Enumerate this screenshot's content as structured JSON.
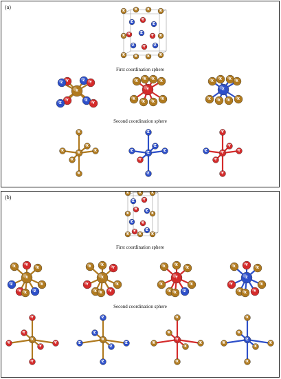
{
  "colors": {
    "x_atom": "#b07a1f",
    "y_atom": "#d42b2b",
    "z_atom": "#2d4fc9",
    "cell_edge": "#999999"
  },
  "atom_labels": {
    "x": "X",
    "y": "Y",
    "z": "Z"
  },
  "panel_a": {
    "label": "(a)",
    "caption_first": "First coordination sphere",
    "caption_second": "Second coordination sphere"
  },
  "panel_b": {
    "label": "(b)",
    "caption_first": "First coordination sphere",
    "caption_second": "Second coordination sphere"
  }
}
